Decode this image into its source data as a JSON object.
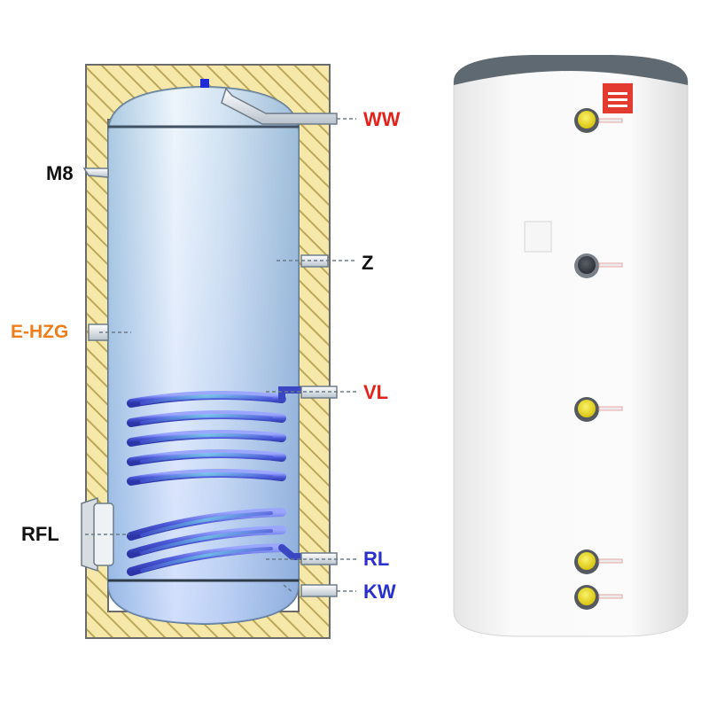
{
  "diagram": {
    "labels": {
      "ww": "WW",
      "m8": "M8",
      "z": "Z",
      "e_hzg": "E-HZG",
      "vl": "VL",
      "rfl": "RFL",
      "rl": "RL",
      "kw": "KW"
    },
    "colors": {
      "hot_label": "#e3231b",
      "cold_label": "#2a2fd0",
      "electric_label": "#ee7e1a",
      "neutral_label": "#111111",
      "insulation": "#f3e6a6",
      "hatch": "#c9b56a",
      "coil": "#4f5fd8",
      "port_cap_yellow": "#f2e21c"
    }
  }
}
